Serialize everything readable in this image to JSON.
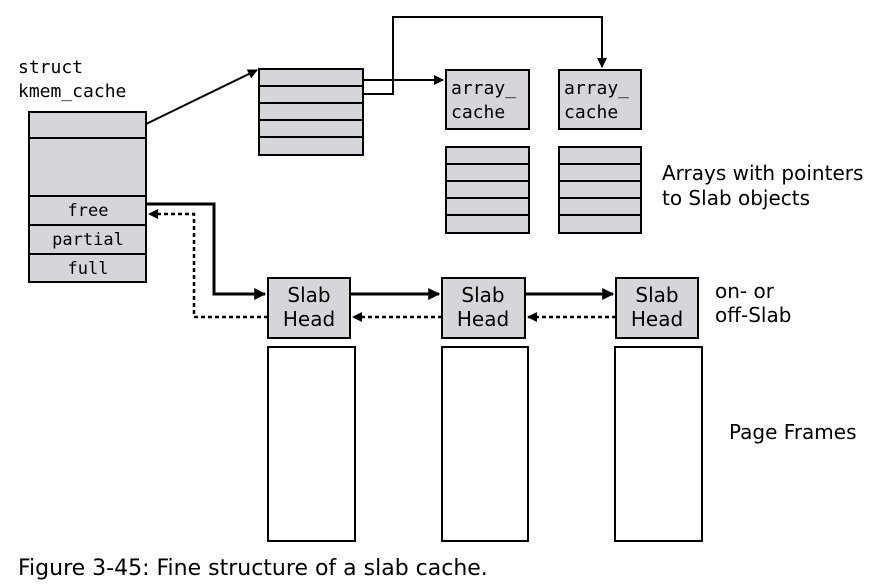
{
  "kmem_cache": {
    "label_line1": "struct",
    "label_line2": "kmem_cache",
    "fields": [
      "free",
      "partial",
      "full"
    ]
  },
  "array_caches": [
    {
      "line1": "array_",
      "line2": "cache"
    },
    {
      "line1": "array_",
      "line2": "cache"
    }
  ],
  "arrays_note": {
    "line1": "Arrays with pointers",
    "line2": "to Slab objects"
  },
  "slab_heads": [
    {
      "line1": "Slab",
      "line2": "Head"
    },
    {
      "line1": "Slab",
      "line2": "Head"
    },
    {
      "line1": "Slab",
      "line2": "Head"
    }
  ],
  "slab_note": {
    "line1": "on- or",
    "line2": "off-Slab"
  },
  "page_frames_label": "Page Frames",
  "caption": "Figure 3-45: Fine structure of a slab cache."
}
